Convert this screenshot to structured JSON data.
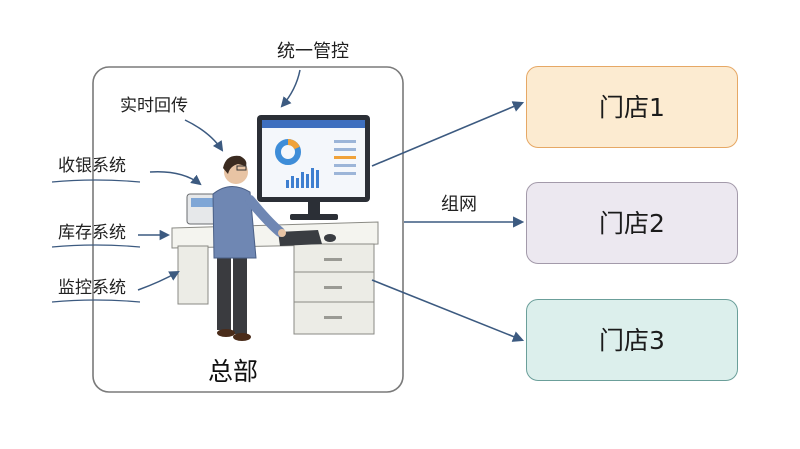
{
  "headquarters": {
    "name": "总部",
    "unified_control_label": "统一管控",
    "realtime_label": "实时回传",
    "systems": [
      "收银系统",
      "库存系统",
      "监控系统"
    ]
  },
  "network_label": "组网",
  "stores": [
    {
      "name": "门店1",
      "fill": "#fcebd1",
      "border": "#e6a865"
    },
    {
      "name": "门店2",
      "fill": "#ece8f0",
      "border": "#a39aaa"
    },
    {
      "name": "门店3",
      "fill": "#dcefec",
      "border": "#6b9f9a"
    }
  ],
  "colors": {
    "arrow": "#3c5a80",
    "frame": "#7a7a7a",
    "monitor": "#2b2f36",
    "desk": "#ecece6",
    "jacket": "#6f87b3"
  }
}
